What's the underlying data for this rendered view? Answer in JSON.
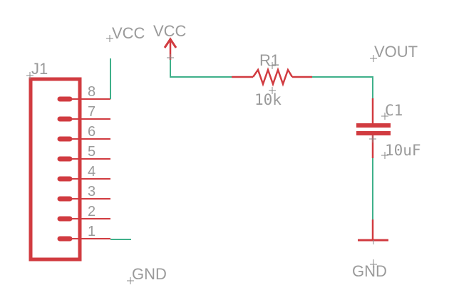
{
  "colors": {
    "symbol": "#d13b40",
    "wire": "#3fb08a",
    "label": "#9a9a9a",
    "background": "#ffffff"
  },
  "connector": {
    "name": "J1",
    "pins": [
      "8",
      "7",
      "6",
      "5",
      "4",
      "3",
      "2",
      "1"
    ]
  },
  "supplies": {
    "vcc_net_label": "VCC",
    "vcc_symbol_label": "VCC",
    "gnd_net_label": "GND",
    "gnd_symbol_label": "GND"
  },
  "resistor": {
    "name": "R1",
    "value": "10k"
  },
  "capacitor": {
    "name": "C1",
    "value": "10uF"
  },
  "output": {
    "net_label": "VOUT"
  }
}
